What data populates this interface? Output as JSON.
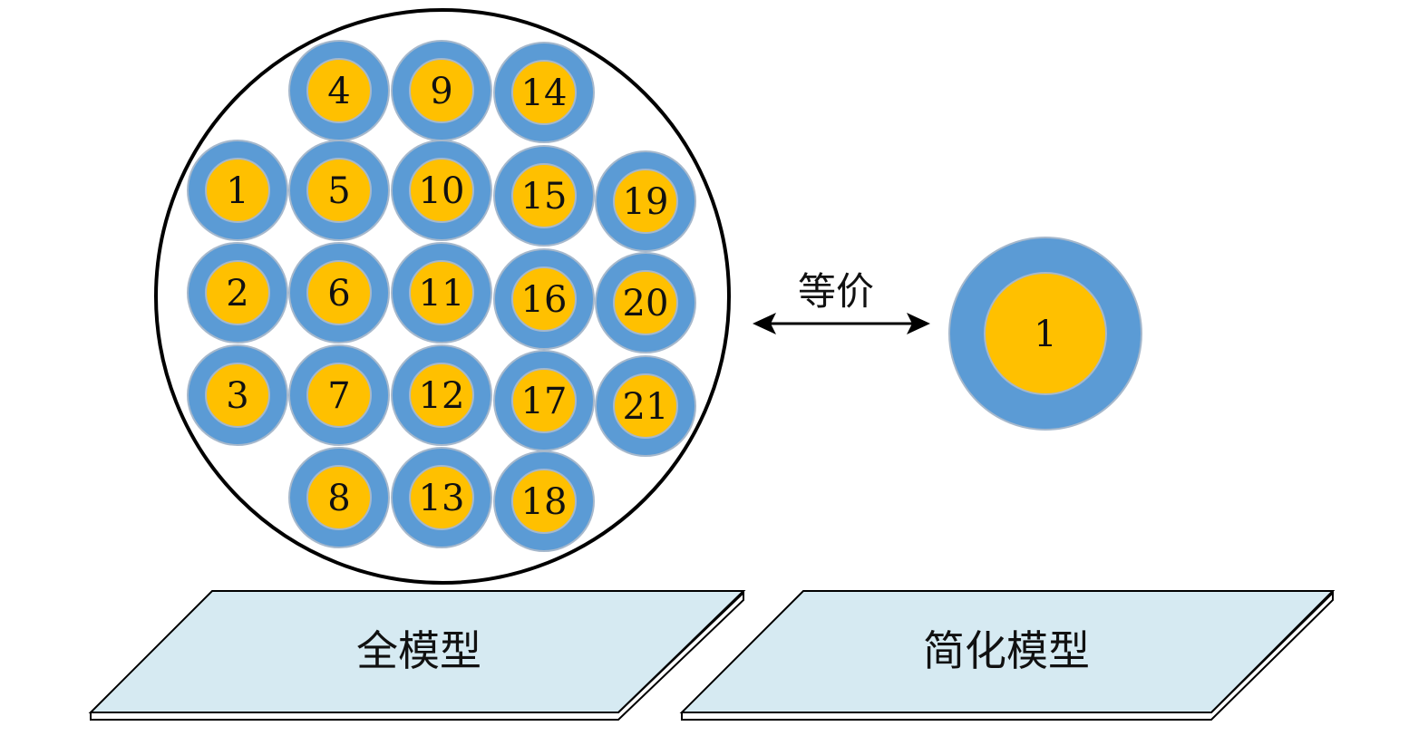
{
  "colors": {
    "outer_ring": "#5b9bd5",
    "inner_core": "#ffc000",
    "ring_edge": "#a6b8cc",
    "platform_top": "#d6eaf2",
    "platform_edge": "#000000",
    "enclosure": "#000000",
    "background": "#ffffff"
  },
  "full_model": {
    "label": "全模型",
    "conductors": [
      {
        "id": "1",
        "label": "1"
      },
      {
        "id": "2",
        "label": "2"
      },
      {
        "id": "3",
        "label": "3"
      },
      {
        "id": "4",
        "label": "4"
      },
      {
        "id": "5",
        "label": "5"
      },
      {
        "id": "6",
        "label": "6"
      },
      {
        "id": "7",
        "label": "7"
      },
      {
        "id": "8",
        "label": "8"
      },
      {
        "id": "9",
        "label": "9"
      },
      {
        "id": "10",
        "label": "10"
      },
      {
        "id": "11",
        "label": "11"
      },
      {
        "id": "12",
        "label": "12"
      },
      {
        "id": "13",
        "label": "13"
      },
      {
        "id": "14",
        "label": "14"
      },
      {
        "id": "15",
        "label": "15"
      },
      {
        "id": "16",
        "label": "16"
      },
      {
        "id": "17",
        "label": "17"
      },
      {
        "id": "18",
        "label": "18"
      },
      {
        "id": "19",
        "label": "19"
      },
      {
        "id": "20",
        "label": "20"
      },
      {
        "id": "21",
        "label": "21"
      }
    ]
  },
  "equivalence": {
    "label": "等价",
    "arrow_icon": "double-headed-arrow-icon"
  },
  "simplified_model": {
    "label": "简化模型",
    "conductors": [
      {
        "id": "1",
        "label": "1"
      }
    ]
  }
}
